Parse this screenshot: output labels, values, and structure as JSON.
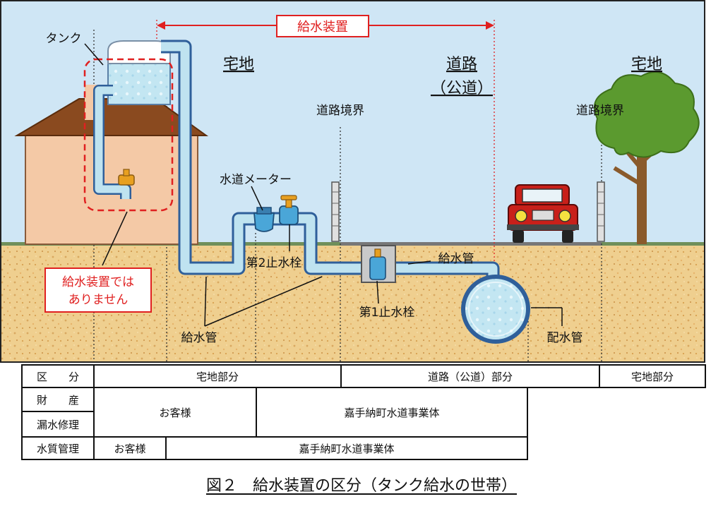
{
  "labels": {
    "tank": "タンク",
    "supply_equipment": "給水装置",
    "residential_left": "宅地",
    "road": "道路",
    "road_public": "（公道）",
    "residential_right": "宅地",
    "road_boundary_left": "道路境界",
    "road_boundary_right": "道路境界",
    "water_meter": "水道メーター",
    "second_stop_valve": "第2止水栓",
    "first_stop_valve": "第1止水栓",
    "supply_pipe_road": "給水管",
    "supply_pipe_yard": "給水管",
    "distribution_pipe": "配水管",
    "not_equipment_line1": "給水装置では",
    "not_equipment_line2": "ありません"
  },
  "table": {
    "division_header": "区　　分",
    "property_header": "財　　産",
    "leak_header": "漏水修理",
    "quality_header": "水質管理",
    "residential_part": "宅地部分",
    "road_part": "道路（公道）部分",
    "residential_part_right": "宅地部分",
    "customer": "お客様",
    "utility": "嘉手納町水道事業体",
    "quality_customer": "お客様",
    "quality_utility": "嘉手納町水道事業体"
  },
  "caption": "図２　給水装置の区分（タンク給水の世帯）",
  "colors": {
    "sky": "#cfe6f5",
    "ground": "#efcf8f",
    "pipe": "#bfe3f0",
    "pipe_stroke": "#2f5f9a",
    "red_note": "#e02020",
    "house_wall": "#f4c9a6",
    "roof": "#8a4a1f",
    "valve": "#e8a020",
    "tree_leaf": "#5b9a2f",
    "tree_trunk": "#8a5a2b",
    "car_red": "#c8201a"
  }
}
